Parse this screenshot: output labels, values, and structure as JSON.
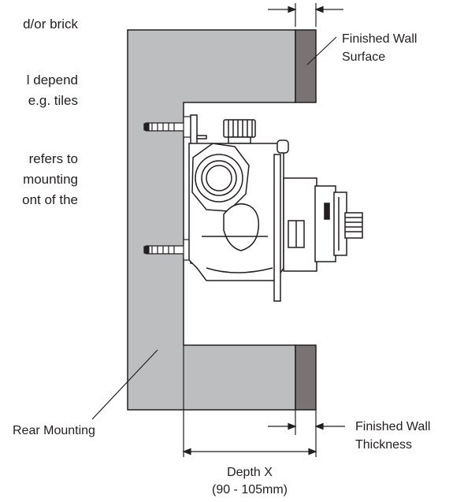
{
  "intro_text": {
    "line1": "d/or brick",
    "line2": "l depend",
    "line3": "e.g. tiles",
    "line4": "refers to",
    "line5": "mounting",
    "line6": "ont of the"
  },
  "labels": {
    "finished_wall_surface_1": "Finished Wall",
    "finished_wall_surface_2": "Surface",
    "rear_mounting": "Rear Mounting",
    "finished_wall_thickness_1": "Finished Wall",
    "finished_wall_thickness_2": "Thickness",
    "depth_title": "Depth X",
    "depth_range": "(90 - 105mm)"
  },
  "colors": {
    "wall_fill": "#bcbec0",
    "finish_fill": "#7a7374",
    "line": "#231f20"
  }
}
